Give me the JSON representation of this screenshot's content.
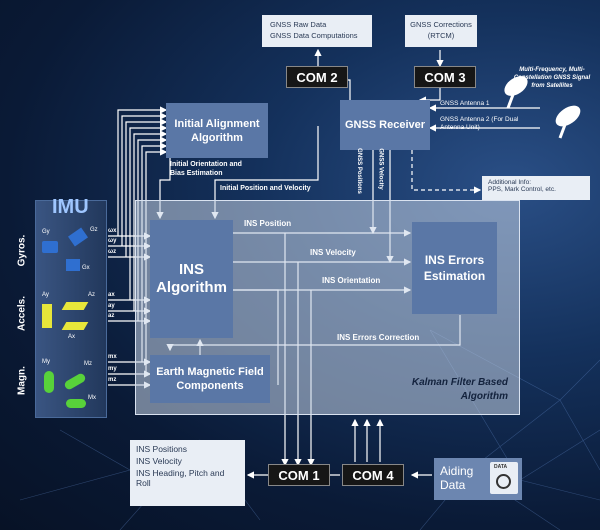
{
  "imu": {
    "title": "IMU",
    "groups": [
      "Gyros.",
      "Accels.",
      "Magn."
    ],
    "gyro_labels": [
      "Gy",
      "Gz",
      "Gx"
    ],
    "accel_labels": [
      "Ay",
      "Az",
      "Ax"
    ],
    "magn_labels": [
      "My",
      "Mz",
      "Mx"
    ],
    "signals": [
      "ωx",
      "ωy",
      "ωz",
      "ax",
      "ay",
      "az",
      "mx",
      "my",
      "mz"
    ]
  },
  "boxes": {
    "alignment": "Initial Alignment Algorithm",
    "ins": "INS Algorithm",
    "earth": "Earth Magnetic Field Components",
    "errors": "INS Errors Estimation",
    "gnss": "GNSS Receiver",
    "kalman": "Kalman Filter Based Algorithm"
  },
  "com": {
    "com1": "COM 1",
    "com2": "COM 2",
    "com3": "COM 3",
    "com4": "COM 4"
  },
  "top_boxes": {
    "gnss_raw": [
      "GNSS Raw Data",
      "GNSS Data Computations"
    ],
    "corrections": [
      "GNSS Corrections",
      "(RTCM)"
    ]
  },
  "labels": {
    "initial_orientation": "Initial Orientation and Bias Estimation",
    "initial_pos_vel": "Initial Position and Velocity",
    "ins_position": "INS Position",
    "ins_velocity": "INS Velocity",
    "ins_orientation": "INS Orientation",
    "ins_errors_correction": "INS Errors Correction",
    "gnss_positions": "GNSS Positions",
    "gnss_velocity": "GNSS Velocity",
    "antenna1": "GNSS Antenna 1",
    "antenna2": "GNSS Antenna 2 (For Dual Antenna Unit)",
    "satellite": "Multi-Frequency, Multi-Constellation GNSS Signal from Satellites",
    "additional": [
      "Additional Info:",
      "PPS, Mark Control, etc."
    ]
  },
  "outputs": [
    "INS Positions",
    "INS Velocity",
    "INS Heading, Pitch and Roll"
  ],
  "aiding": {
    "label": "Aiding Data",
    "icon_text": "DATA"
  },
  "colors": {
    "accent": "#5a77a6",
    "imu_panel": "#2a3f66",
    "kalman": "#c7d3e6",
    "sensor_blue": "#2f6fd0",
    "sensor_yellow": "#e7e63a",
    "sensor_green": "#58d23a"
  }
}
